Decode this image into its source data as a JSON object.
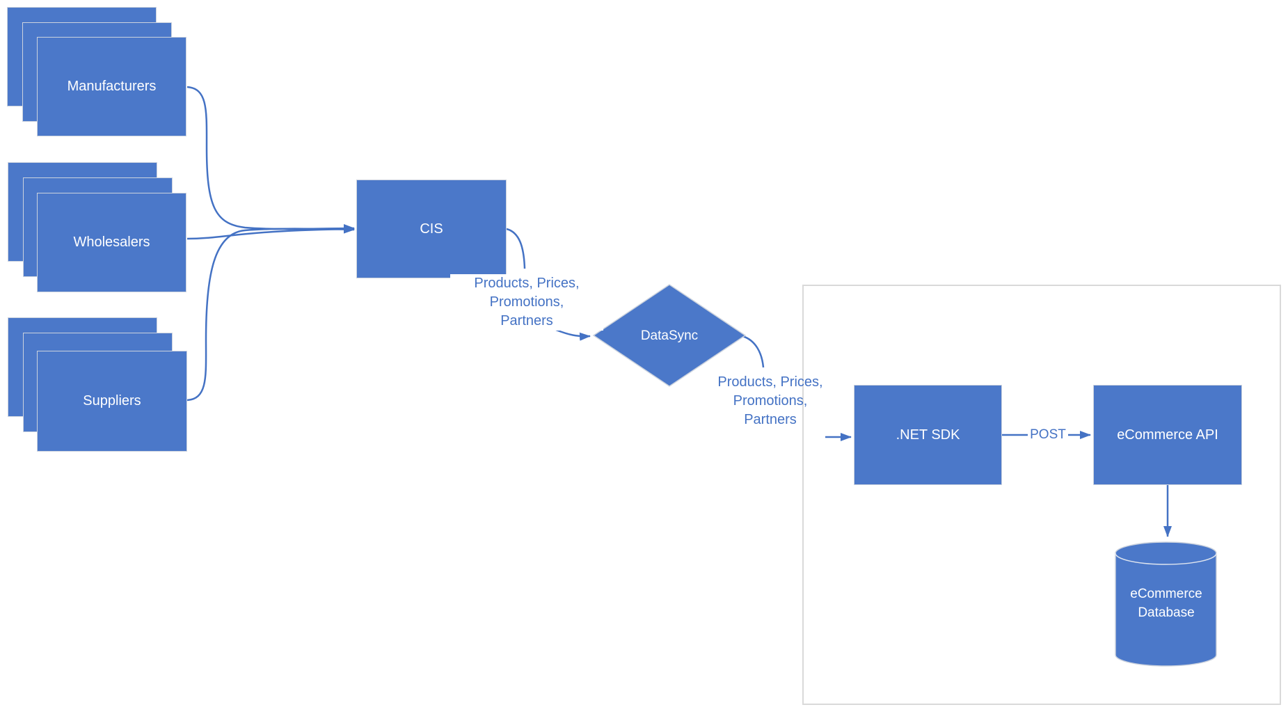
{
  "diagram": {
    "sources": [
      {
        "label": "Manufacturers"
      },
      {
        "label": "Wholesalers"
      },
      {
        "label": "Suppliers"
      }
    ],
    "cis": {
      "label": "CIS"
    },
    "datasync": {
      "label": "DataSync"
    },
    "sdk": {
      "label": ".NET SDK"
    },
    "api": {
      "label": "eCommerce API"
    },
    "database": {
      "line1": "eCommerce",
      "line2": "Database"
    },
    "payload_lines": [
      "Products, Prices,",
      "Promotions,",
      "Partners"
    ],
    "post": {
      "label": "POST"
    },
    "colors": {
      "shape_fill": "#4b78c9",
      "accent_blue": "#4472c4",
      "shape_border": "#ccd3de",
      "container_border": "#d9d9d9",
      "text_on_shape": "#ffffff"
    }
  }
}
